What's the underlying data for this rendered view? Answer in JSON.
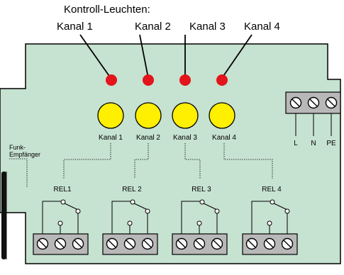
{
  "header": {
    "title": "Kontroll-Leuchten:",
    "channels": [
      "Kanal 1",
      "Kanal 2",
      "Kanal 3",
      "Kanal 4"
    ]
  },
  "buttons": {
    "labels": [
      "Kanal 1",
      "Kanal 2",
      "Kanal 3",
      "Kanal 4"
    ]
  },
  "relays": {
    "labels": [
      "REL1",
      "REL 2",
      "REL 3",
      "REL 4"
    ]
  },
  "power_terminal": {
    "labels": [
      "L",
      "N",
      "PE"
    ]
  },
  "receiver": {
    "line1": "Funk-",
    "line2": "Empfänger"
  },
  "colors": {
    "board": "#c6e2d0",
    "led": "#e3141b",
    "button": "#ffef00",
    "terminal_block": "#b8b8b8"
  }
}
